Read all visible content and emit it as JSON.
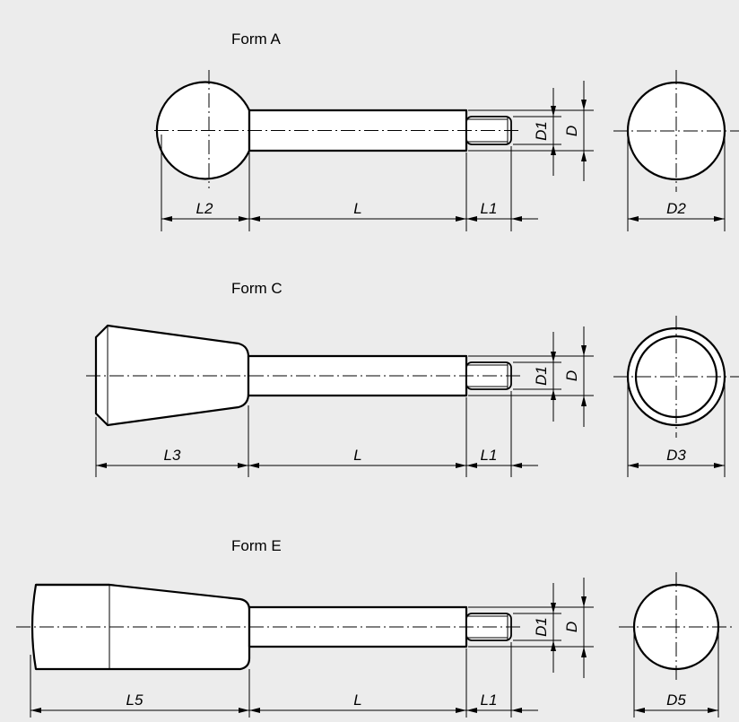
{
  "forms": [
    {
      "title": "Form A",
      "l_head": "L2",
      "l": "L",
      "l1": "L1",
      "d1": "D1",
      "d": "D",
      "end_dia": "D2"
    },
    {
      "title": "Form C",
      "l_head": "L3",
      "l": "L",
      "l1": "L1",
      "d1": "D1",
      "d": "D",
      "end_dia": "D3"
    },
    {
      "title": "Form E",
      "l_head": "L5",
      "l": "L",
      "l1": "L1",
      "d1": "D1",
      "d": "D",
      "end_dia": "D5"
    }
  ]
}
